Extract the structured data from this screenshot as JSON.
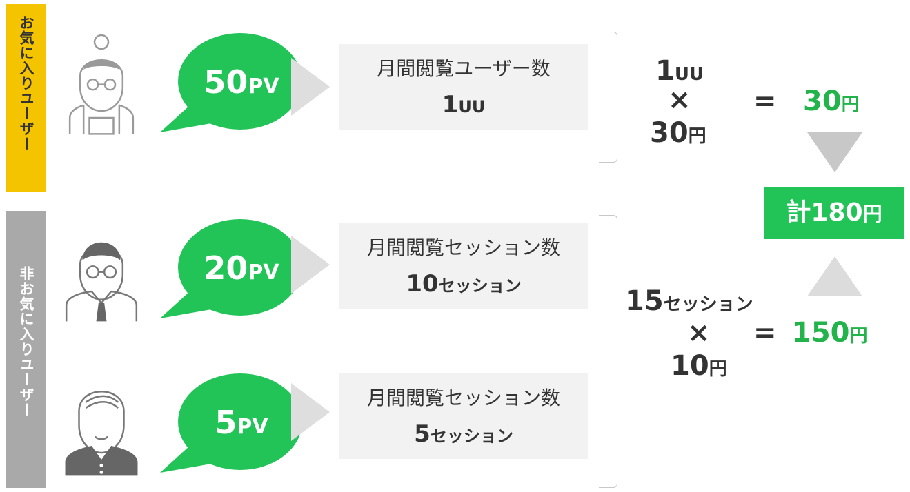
{
  "groups": {
    "favorite": {
      "label": "お気に入りユーザー"
    },
    "non_favorite": {
      "label": "非お気に入りユーザー"
    }
  },
  "rows": [
    {
      "pv_num": "50",
      "pv_unit": "PV",
      "box_label": "月間閲覧ユーザー数",
      "box_num": "1",
      "box_unit": "UU"
    },
    {
      "pv_num": "20",
      "pv_unit": "PV",
      "box_label": "月間閲覧セッション数",
      "box_num": "10",
      "box_unit": "セッション"
    },
    {
      "pv_num": "5",
      "pv_unit": "PV",
      "box_label": "月間閲覧セッション数",
      "box_num": "5",
      "box_unit": "セッション"
    }
  ],
  "calc_fav": {
    "qty_num": "1",
    "qty_unit": "UU",
    "times": "×",
    "price_num": "30",
    "price_unit": "円",
    "equals": "=",
    "result_num": "30",
    "result_unit": "円"
  },
  "calc_non": {
    "qty_num": "15",
    "qty_unit": "セッション",
    "times": "×",
    "price_num": "10",
    "price_unit": "円",
    "equals": "=",
    "result_num": "150",
    "result_unit": "円"
  },
  "total": {
    "prefix": "計",
    "num": "180",
    "unit": "円"
  },
  "colors": {
    "accent_green": "#22b34a",
    "favorite_tab": "#f5c400",
    "non_favorite_tab": "#a9a9a9",
    "box_bg": "#f2f2f2"
  }
}
